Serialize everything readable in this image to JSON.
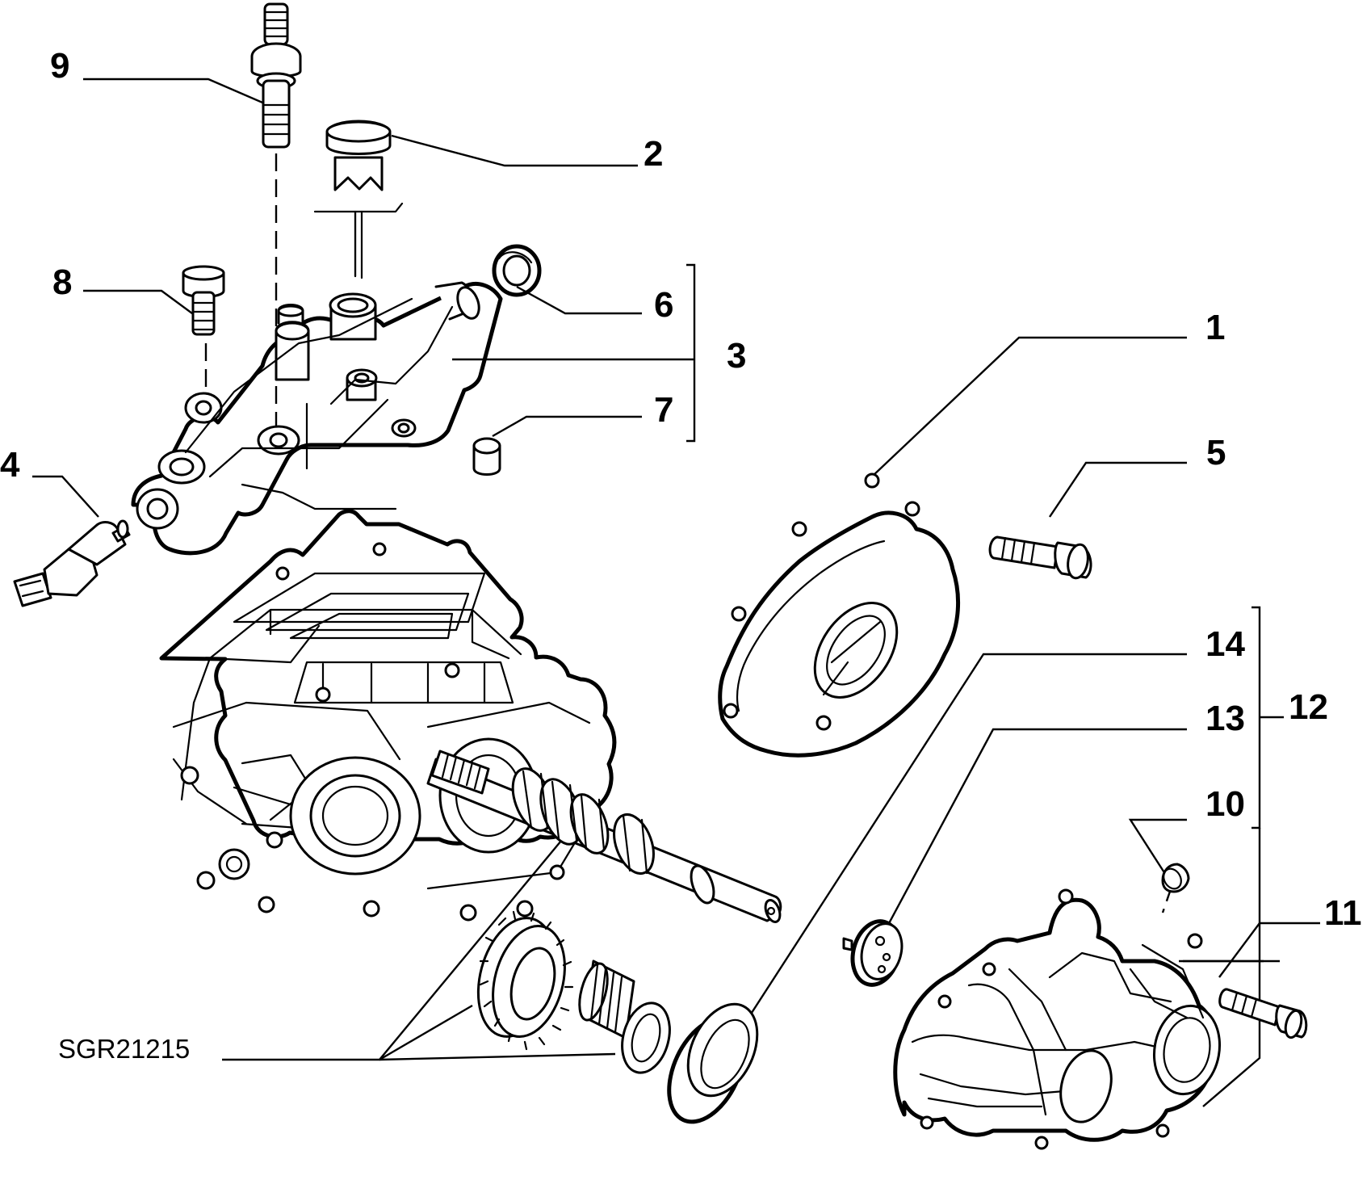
{
  "diagram": {
    "drawing_code": "SGR21215",
    "callouts": {
      "c1": "1",
      "c2": "2",
      "c3": "3",
      "c4": "4",
      "c5": "5",
      "c6": "6",
      "c7": "7",
      "c8": "8",
      "c9": "9",
      "c10": "10",
      "c11": "11",
      "c12": "12",
      "c13": "13",
      "c14": "14"
    }
  }
}
